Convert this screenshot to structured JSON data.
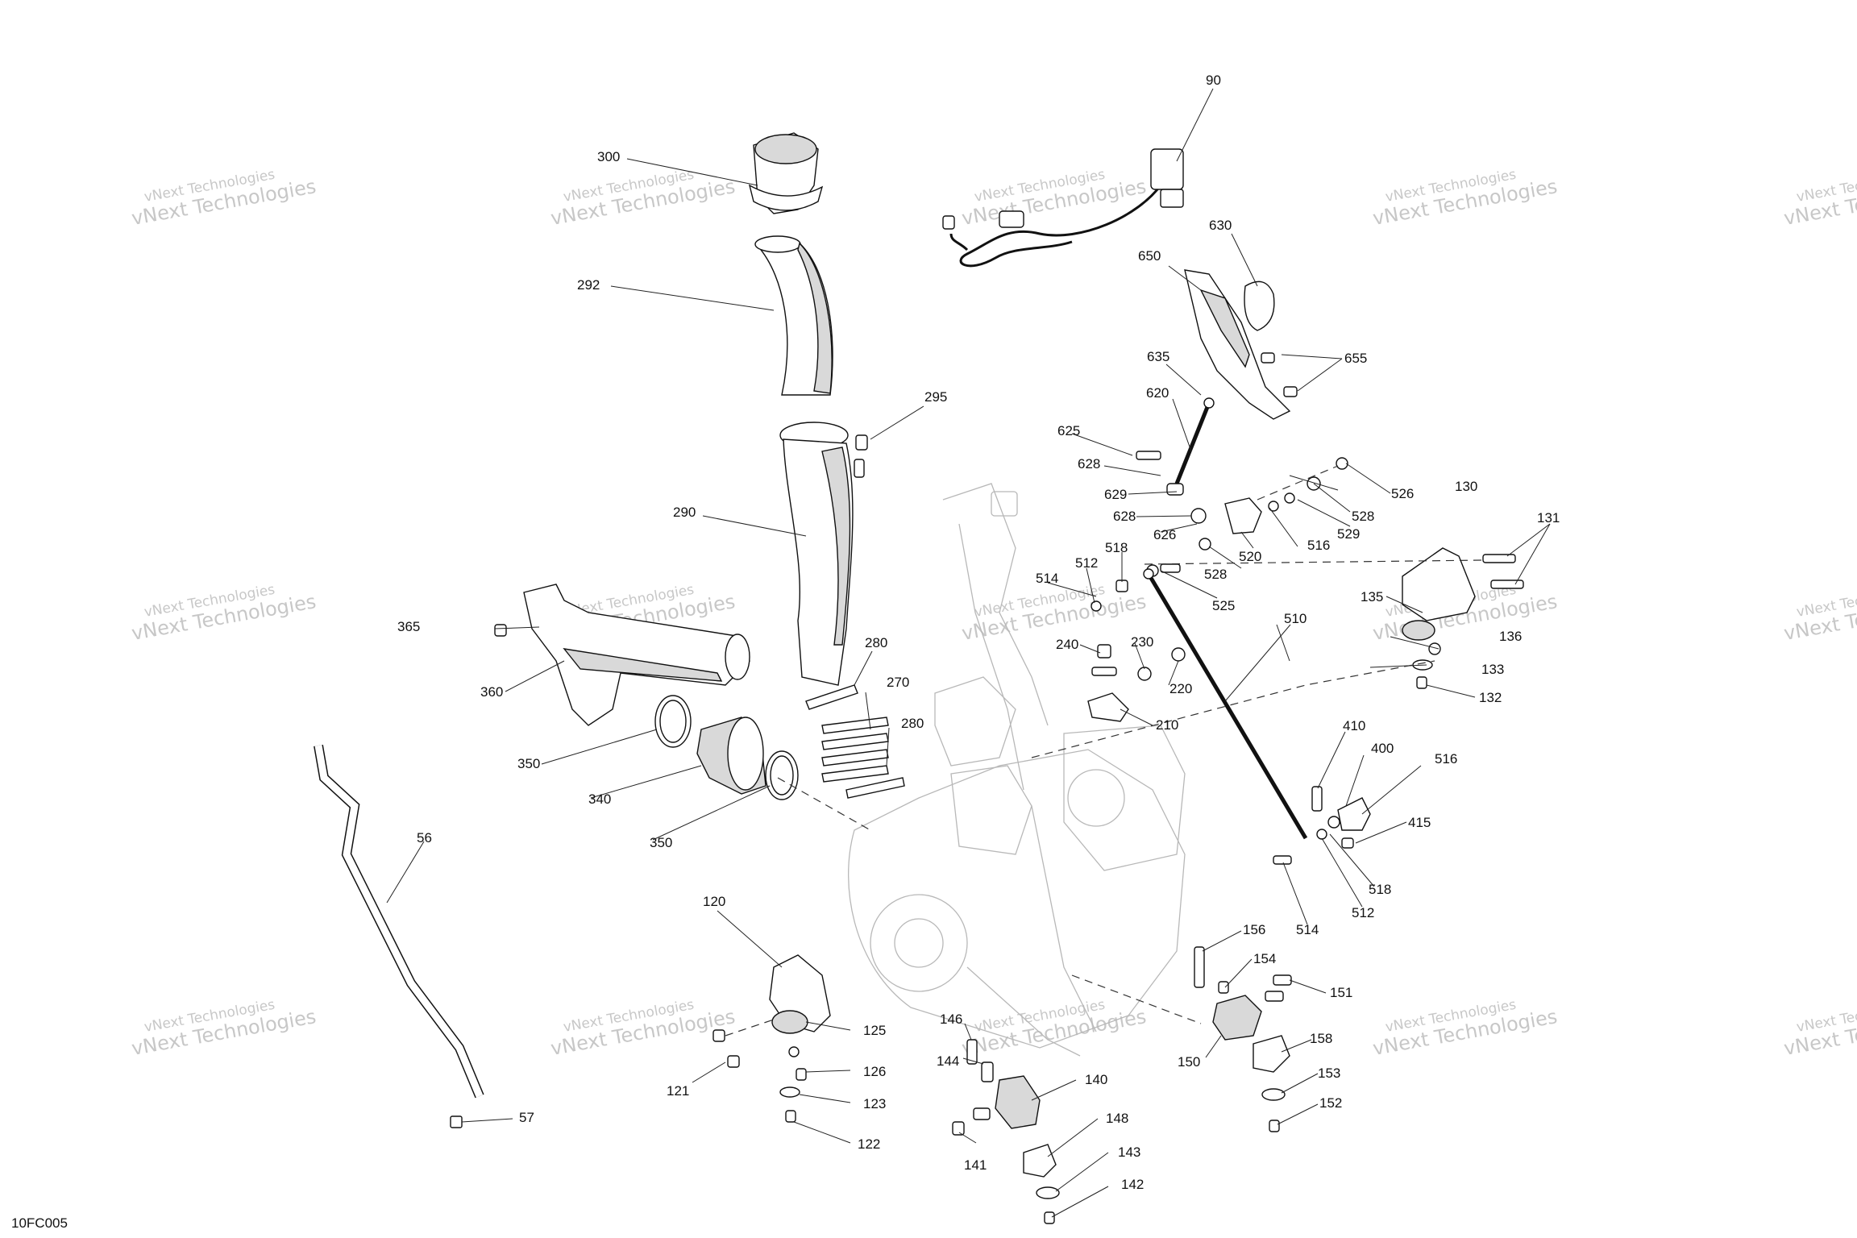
{
  "drawing_id": "10FC005",
  "watermark": {
    "line1": "vNext Technologies",
    "line2": "vNext Technologies"
  },
  "callouts": [
    "300",
    "90",
    "292",
    "630",
    "650",
    "635",
    "655",
    "620",
    "295",
    "625",
    "628",
    "629",
    "628",
    "626",
    "526",
    "528",
    "529",
    "516",
    "520",
    "528",
    "525",
    "290",
    "512",
    "518",
    "514",
    "130",
    "131",
    "135",
    "136",
    "133",
    "132",
    "240",
    "230",
    "220",
    "210",
    "510",
    "365",
    "360",
    "280",
    "270",
    "280",
    "350",
    "340",
    "350",
    "410",
    "400",
    "516",
    "415",
    "518",
    "512",
    "514",
    "56",
    "57",
    "120",
    "125",
    "121",
    "126",
    "123",
    "122",
    "146",
    "144",
    "140",
    "141",
    "148",
    "143",
    "142",
    "156",
    "154",
    "151",
    "150",
    "158",
    "153",
    "152"
  ]
}
